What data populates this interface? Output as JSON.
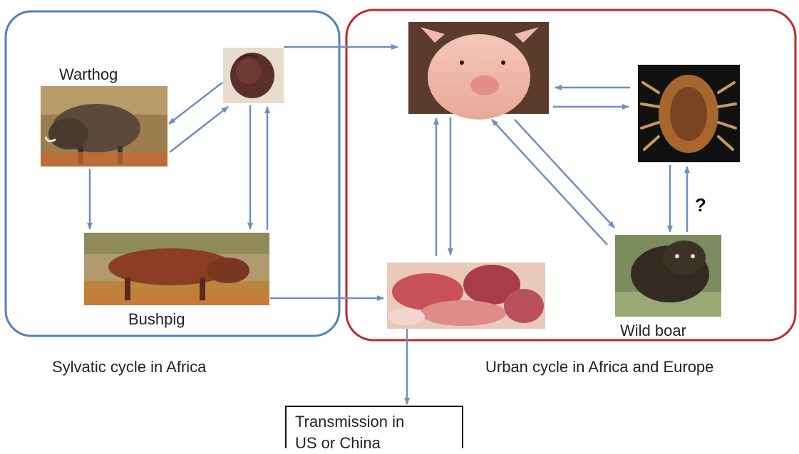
{
  "sylvatic": {
    "caption": "Sylvatic cycle in Africa",
    "warthog_label": "Warthog",
    "bushpig_label": "Bushpig"
  },
  "urban": {
    "caption": "Urban cycle in Africa and Europe",
    "wild_boar_label": "Wild boar",
    "unknown_mark": "?"
  },
  "transmission": {
    "line1": "Transmission in",
    "line2": "US or China"
  },
  "colors": {
    "sylvatic_border": "#4f81bd",
    "urban_border": "#c0262d",
    "arrow": "#6d8fc4"
  },
  "icons": [
    "warthog-photo",
    "tick-in-mud-photo",
    "bushpig-photo",
    "domestic-pig-photo",
    "soft-tick-photo",
    "pork-products-photo",
    "wild-boar-photo"
  ]
}
